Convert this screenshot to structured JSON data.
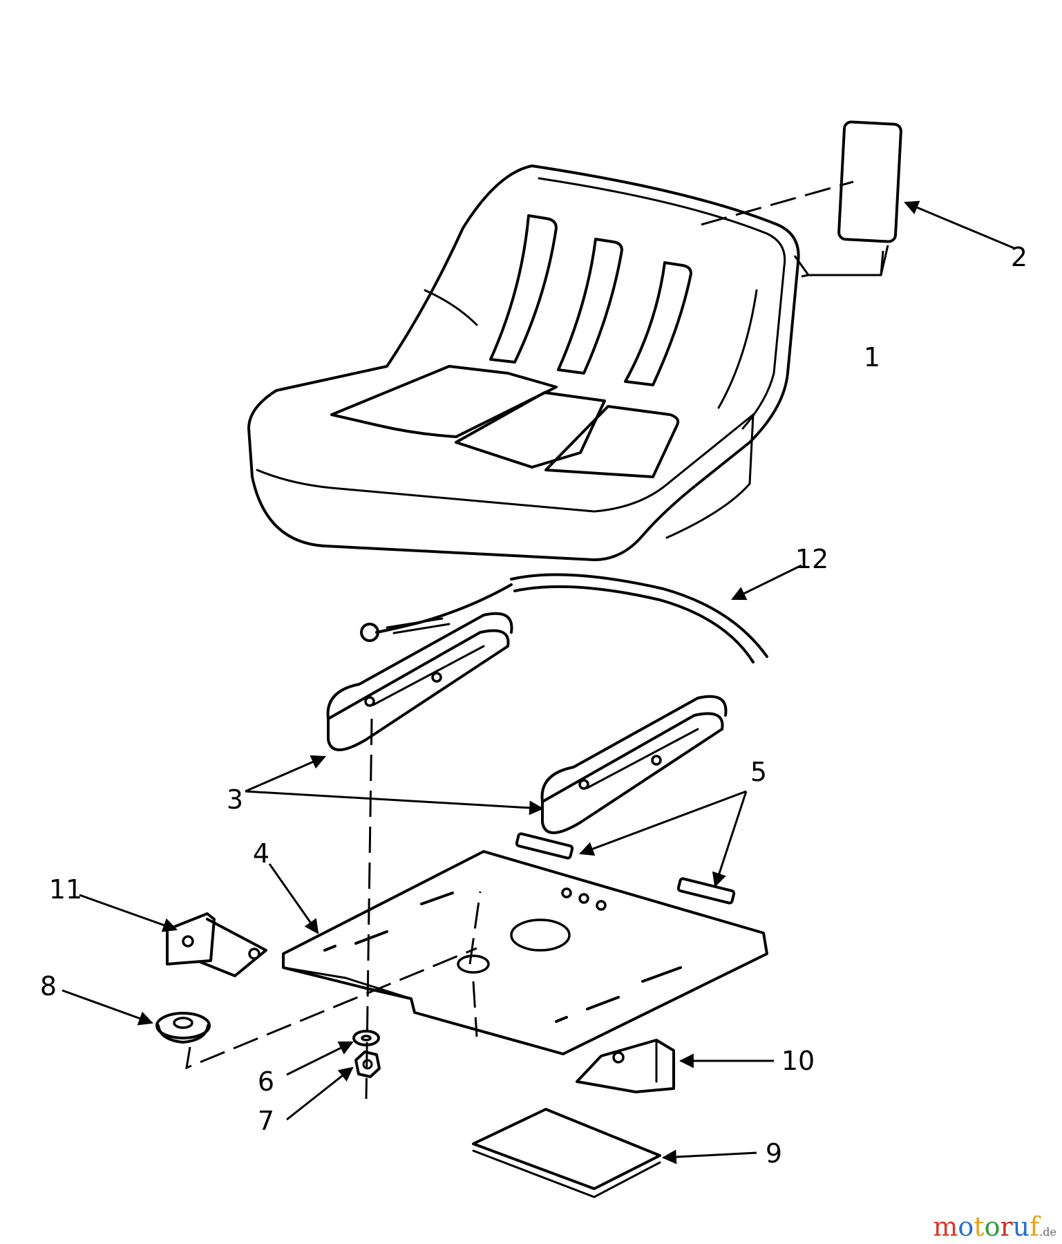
{
  "callouts": [
    "1",
    "2",
    "3",
    "4",
    "5",
    "6",
    "7",
    "8",
    "9",
    "10",
    "11",
    "12"
  ],
  "watermark": {
    "text": "motoruf",
    "tld": ".de",
    "colors": [
      "#d83a2a",
      "#2a6fd0",
      "#e6a21a",
      "#2f9a3d",
      "#c7302a",
      "#2a6fd0",
      "#e6a21a"
    ]
  }
}
